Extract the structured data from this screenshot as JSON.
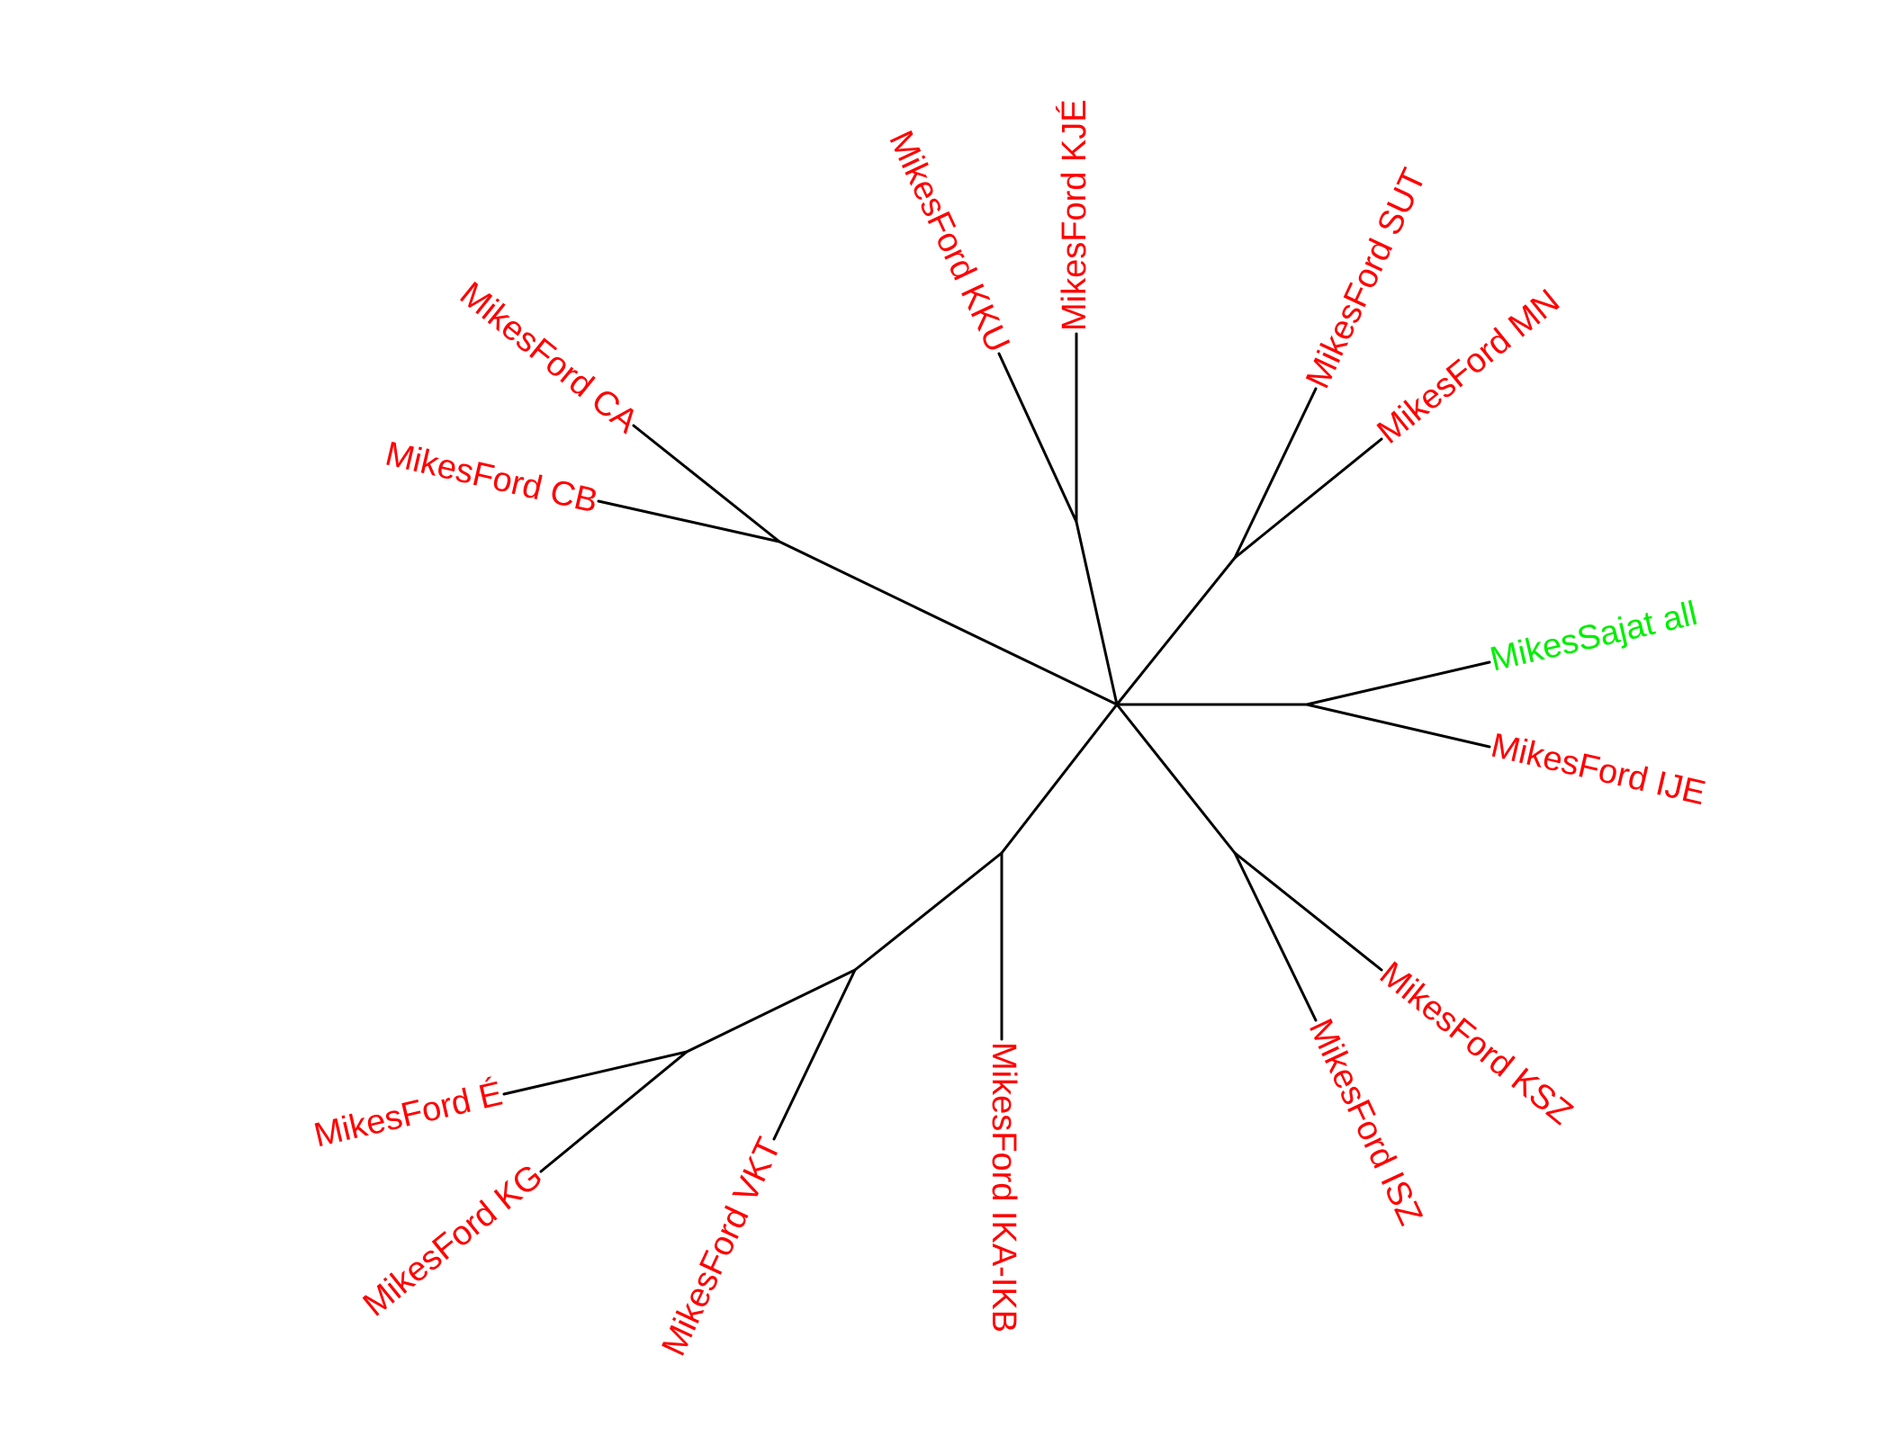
{
  "tree": {
    "colors": {
      "branch": "#000000",
      "reference": "#ff0000",
      "query": "#00ee00"
    },
    "tips": [
      {
        "id": "cb",
        "label": "MikesFord CB",
        "group": "reference"
      },
      {
        "id": "ca",
        "label": "MikesFord CA",
        "group": "reference"
      },
      {
        "id": "kku",
        "label": "MikesFord KKU",
        "group": "reference"
      },
      {
        "id": "kje",
        "label": "MikesFord KJÉ",
        "group": "reference"
      },
      {
        "id": "sut",
        "label": "MikesFord SUT",
        "group": "reference"
      },
      {
        "id": "mn",
        "label": "MikesFord MN",
        "group": "reference"
      },
      {
        "id": "sajat",
        "label": "MikesSajat all",
        "group": "query"
      },
      {
        "id": "ije",
        "label": "MikesFord IJE",
        "group": "reference"
      },
      {
        "id": "ksz",
        "label": "MikesFord KSZ",
        "group": "reference"
      },
      {
        "id": "isz",
        "label": "MikesFord ISZ",
        "group": "reference"
      },
      {
        "id": "ika",
        "label": "MikesFord IKA-IKB",
        "group": "reference"
      },
      {
        "id": "vkt",
        "label": "MikesFord VKT",
        "group": "reference"
      },
      {
        "id": "kg",
        "label": "MikesFord KG",
        "group": "reference"
      },
      {
        "id": "e",
        "label": "MikesFord É",
        "group": "reference"
      }
    ]
  }
}
